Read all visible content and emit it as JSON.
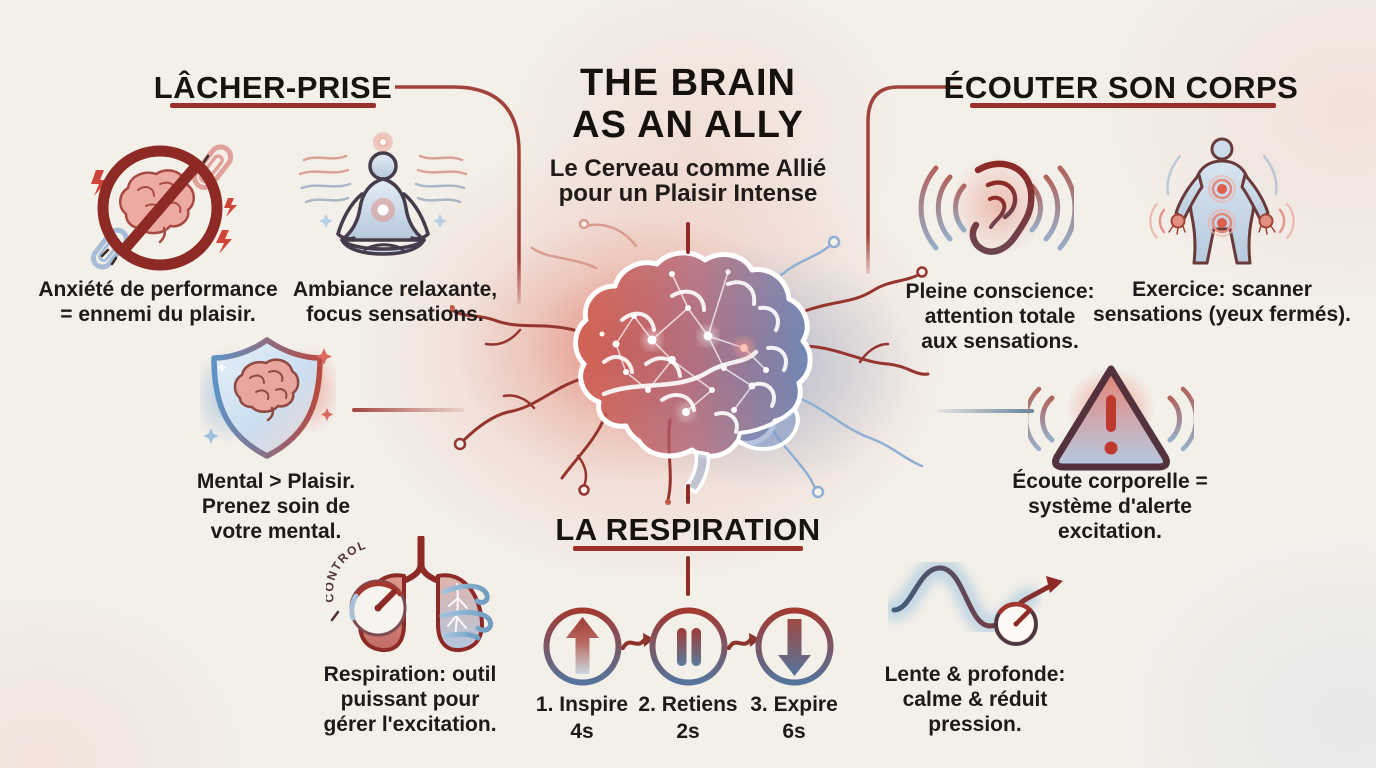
{
  "canvas": {
    "background": "#f3efe9",
    "accent": "#9b302b",
    "text_color": "#1e1a19"
  },
  "center": {
    "title_line1": "THE BRAIN",
    "title_line2": "AS AN ALLY",
    "subtitle_line1": "Le Cerveau comme Allié",
    "subtitle_line2": "pour un Plaisir Intense",
    "brain_icon": "neural-brain-icon"
  },
  "sections": [
    {
      "id": "lacher-prise",
      "title": "LÂCHER-PRISE",
      "items": [
        {
          "icon": "no-performance-anxiety-icon",
          "lines": [
            "Anxiété de performance",
            "= ennemi du plaisir."
          ]
        },
        {
          "icon": "meditation-icon",
          "lines": [
            "Ambiance relaxante,",
            "focus sensations."
          ]
        },
        {
          "icon": "shield-brain-icon",
          "lines": [
            "Mental > Plaisir.",
            "Prenez soin de",
            "votre mental."
          ]
        }
      ]
    },
    {
      "id": "ecouter-son-corps",
      "title": "ÉCOUTER SON CORPS",
      "items": [
        {
          "icon": "listening-ear-icon",
          "lines": [
            "Pleine conscience:",
            "attention totale",
            "aux sensations."
          ]
        },
        {
          "icon": "body-scan-icon",
          "lines": [
            "Exercice: scanner",
            "sensations (yeux fermés)."
          ]
        },
        {
          "icon": "alert-triangle-icon",
          "lines": [
            "Écoute corporelle =",
            "système d'alerte",
            "excitation."
          ]
        }
      ]
    },
    {
      "id": "la-respiration",
      "title": "LA RESPIRATION",
      "items": [
        {
          "icon": "lungs-control-gauge-icon",
          "badge": "CONTROL",
          "lines": [
            "Respiration: outil",
            "puissant pour",
            "gérer l'excitation."
          ]
        },
        {
          "icon": "slow-wave-gauge-icon",
          "lines": [
            "Lente & profonde:",
            "calme & réduit",
            "pression."
          ]
        }
      ],
      "steps": [
        {
          "icon": "inhale-up-arrow-icon",
          "label": "1. Inspire",
          "duration": "4s"
        },
        {
          "icon": "hold-pause-icon",
          "label": "2. Retiens",
          "duration": "2s"
        },
        {
          "icon": "exhale-down-arrow-icon",
          "label": "3. Expire",
          "duration": "6s"
        }
      ]
    }
  ]
}
